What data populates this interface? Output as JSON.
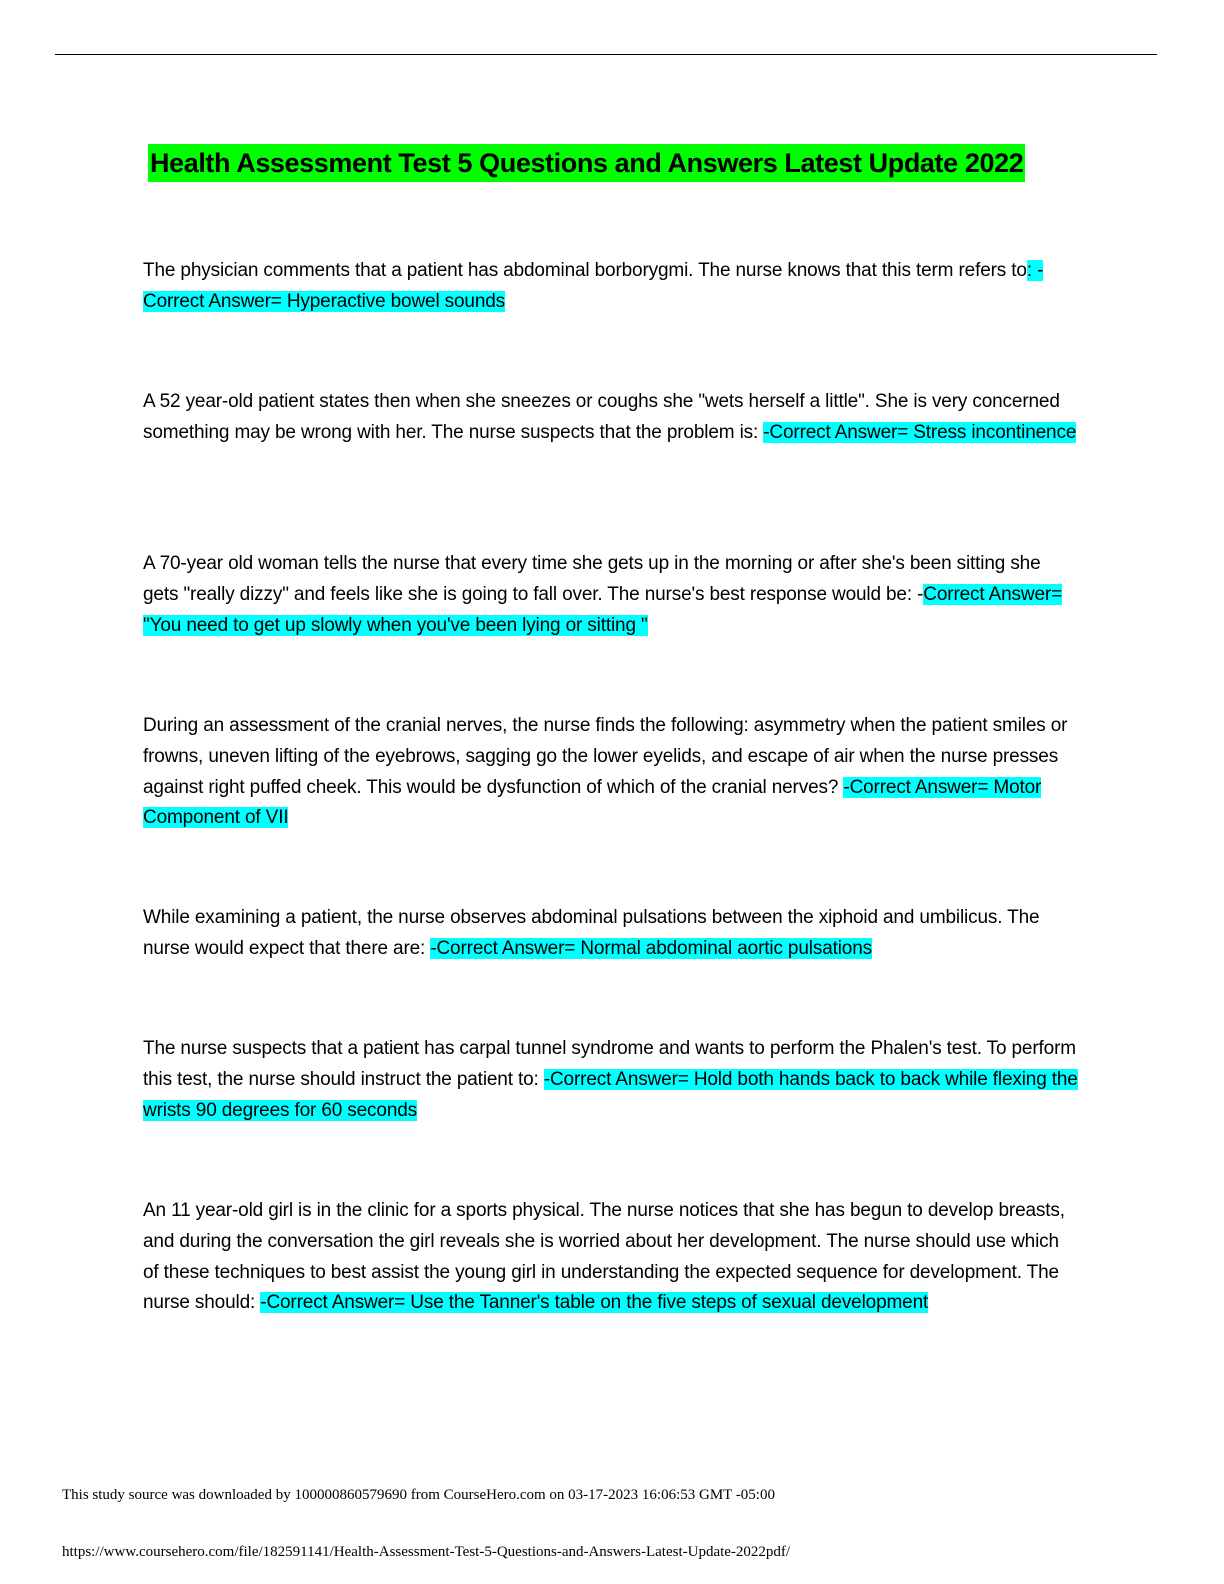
{
  "document": {
    "title": "Health Assessment Test 5 Questions and Answers Latest Update 2022",
    "title_highlight_color": "#00ff00",
    "answer_highlight_color": "#00ffff",
    "items": [
      {
        "question": "The physician comments that a patient has abdominal borborygmi. The nurse knows that this term refers to",
        "answer": ": -Correct Answer= Hyperactive bowel sounds"
      },
      {
        "question": "A 52 year-old patient states then when she sneezes or coughs she \"wets herself a little\". She is very concerned something may be wrong with her. The nurse suspects that the problem is: ",
        "answer": "-Correct Answer= Stress incontinence"
      },
      {
        "question": "A 70-year old woman tells the nurse that every time she gets up in the morning or after she's been sitting she gets \"really dizzy\" and feels like she is going to fall over. The nurse's best response would be: -",
        "answer": "Correct Answer= \"You need to get up slowly when you've been lying or sitting \""
      },
      {
        "question": "During an assessment of the cranial nerves, the nurse finds the following: asymmetry when the patient smiles or frowns, uneven lifting of the eyebrows, sagging go the lower eyelids, and escape of air when the nurse presses against right puffed cheek. This would be dysfunction of which of the cranial nerves? ",
        "answer": "-Correct Answer= Motor Component of VII"
      },
      {
        "question": "While examining a patient, the nurse observes abdominal pulsations between the xiphoid and umbilicus. The nurse would expect that there are: ",
        "answer": "-Correct Answer= Normal abdominal aortic pulsations"
      },
      {
        "question": "The nurse suspects that a patient has carpal tunnel syndrome and wants to perform the Phalen's test. To perform this test, the nurse should instruct the patient to: ",
        "answer": "-Correct Answer= Hold both hands back to back while flexing the wrists 90 degrees for 60 seconds"
      },
      {
        "question": "An 11 year-old girl is in the clinic for a sports physical. The nurse notices that she has begun to develop breasts, and during the conversation the girl reveals she is worried about her development. The nurse should use which of these techniques to best assist the young girl in understanding the expected sequence for development. The nurse should: ",
        "answer": "-Correct Answer= Use the Tanner's table on the five steps of sexual development"
      }
    ]
  },
  "footer": {
    "source_note": "This study source was downloaded by 100000860579690 from CourseHero.com on 03-17-2023 16:06:53 GMT -05:00",
    "url": "https://www.coursehero.com/file/182591141/Health-Assessment-Test-5-Questions-and-Answers-Latest-Update-2022pdf/"
  }
}
